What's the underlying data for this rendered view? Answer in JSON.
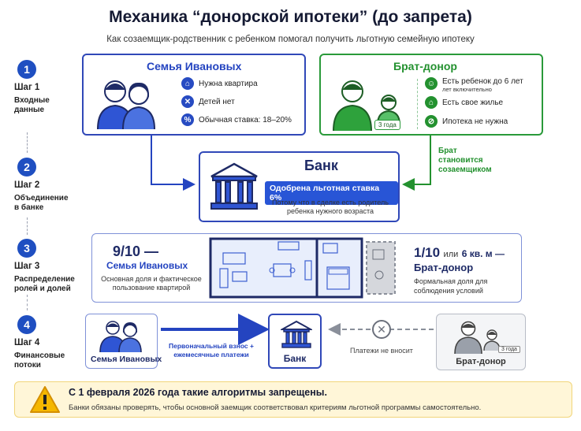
{
  "header": {
    "title": "Механика “донорской ипотеки” (до запрета)",
    "subtitle": "Как созаемщик-родственник с ребенком помогал получить льготную семейную ипотеку"
  },
  "steps": [
    {
      "num": "1",
      "label": "Шаг 1",
      "desc": "Входные данные"
    },
    {
      "num": "2",
      "label": "Шаг 2",
      "desc": "Объединение в банке"
    },
    {
      "num": "3",
      "label": "Шаг 3",
      "desc": "Распределение ролей и долей"
    },
    {
      "num": "4",
      "label": "Шаг 4",
      "desc": "Финансовые потоки"
    }
  ],
  "family_card": {
    "title": "Семья Ивановых",
    "items": [
      {
        "icon": "home-icon",
        "text": "Нужна квартира"
      },
      {
        "icon": "x-icon",
        "text": "Детей нет"
      },
      {
        "icon": "percent-icon",
        "text": "Обычная ставка: 18–20%"
      }
    ]
  },
  "donor_card": {
    "title": "Брат-донор",
    "child_badge": "3 года",
    "items": [
      {
        "icon": "child-icon",
        "text": "Есть ребенок до 6 лет",
        "note": "лет включительно"
      },
      {
        "icon": "home-icon",
        "text": "Есть свое жилье"
      },
      {
        "icon": "no-icon",
        "text": "Ипотека не нужна"
      }
    ]
  },
  "arrow_donor": "Брат становится созаемщиком",
  "bank_card": {
    "title": "Банк",
    "badge": "Одобрена льготная ставка 6%",
    "note": "Потому что в сделке есть родитель ребенка нужного возраста"
  },
  "share_card": {
    "family_share": "9/10 —",
    "family_name": "Семья Ивановых",
    "family_desc": "Основная доля и фактическое пользование квартирой",
    "donor_share": "1/10",
    "donor_or": "или",
    "donor_sqm": "6 кв. м —",
    "donor_name": "Брат-донор",
    "donor_desc": "Формальная доля для соблюдения условий"
  },
  "flows": {
    "family_label": "Семья Ивановых",
    "payment_label": "Первоначальный взнос + ежемесячные платежи",
    "bank_label": "Банк",
    "no_payment_label": "Платежи не вносит",
    "donor_label": "Брат-донор",
    "donor_child_badge": "3 года"
  },
  "warning": {
    "title": "С 1 февраля 2026 года такие алгоритмы запрещены.",
    "text": "Банки обязаны проверять, чтобы основной заемщик соответствовал критериям льготной программы самостоятельно."
  },
  "colors": {
    "blue": "#2444c0",
    "green": "#23912f",
    "warning_bg": "#fff6d8"
  }
}
